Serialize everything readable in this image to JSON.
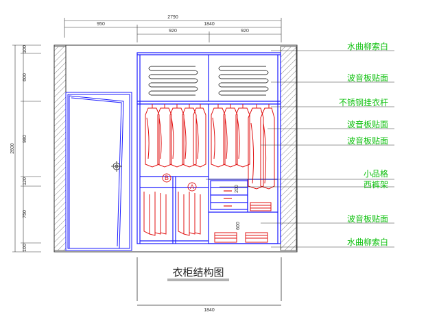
{
  "title": "衣柜结构图",
  "dimensions": {
    "top_total": "2790",
    "top_left": "950",
    "top_mid": "1840",
    "top_sub_left": "920",
    "top_sub_right": "920",
    "bottom": "1840",
    "left_total": "2600",
    "left_top": "100",
    "left_upper": "600",
    "left_mid": "980",
    "left_small": "120",
    "left_lower": "750",
    "left_bottom": "100",
    "inner_200": "200",
    "inner_600": "600"
  },
  "markers": {
    "a": "A",
    "b": "B"
  },
  "callouts": [
    "水曲柳索白",
    "波音板贴面",
    "不锈钢挂衣杆",
    "波音板贴面",
    "波音板贴面",
    "小品格",
    "西裤架",
    "波音板贴面",
    "水曲柳索白"
  ],
  "colors": {
    "line": "#1a1aff",
    "garment": "#e01010",
    "callout": "#10c010",
    "hatch": "#555555"
  }
}
